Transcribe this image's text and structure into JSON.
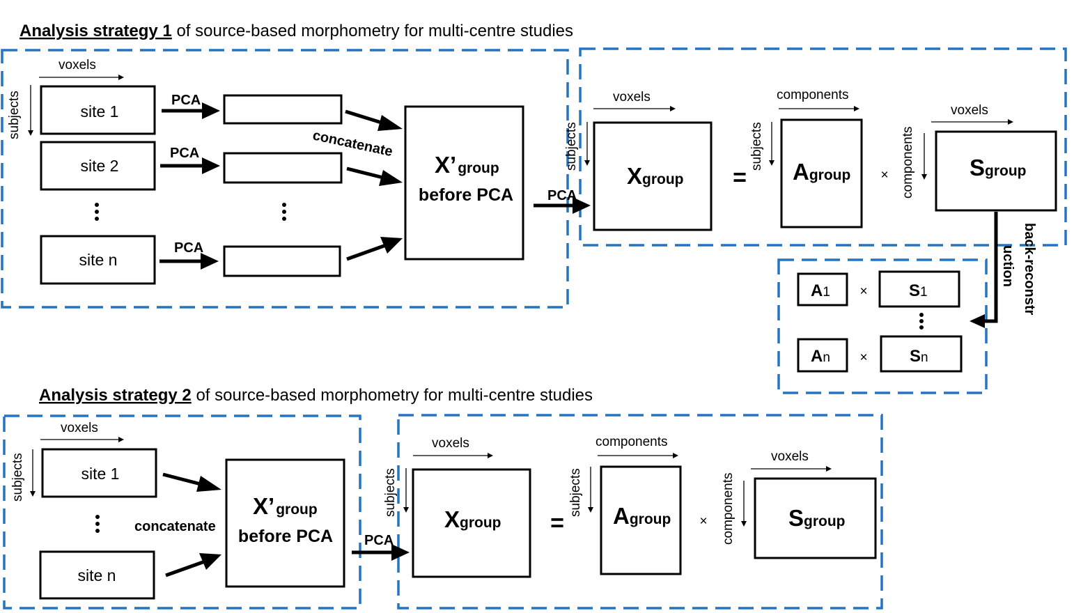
{
  "strategy1": {
    "title_bold": "Analysis strategy 1",
    "title_rest": " of source-based morphometry for multi-centre studies",
    "voxels": "voxels",
    "subjects": "subjects",
    "site1": "site 1",
    "site2": "site 2",
    "siten": "site n",
    "pca": "PCA",
    "concatenate": "concatenate",
    "xprime_main": "X’",
    "xprime_sub": "group",
    "before_pca": "before PCA",
    "x_main": "X",
    "x_sub": "group",
    "a_main": "A",
    "a_sub": "group",
    "s_main": "S",
    "s_sub": "group",
    "components": "components",
    "equals": "=",
    "times": "×",
    "back_reconstr_1": "back-reconstr",
    "back_reconstr_2": "uction",
    "a1_main": "A",
    "a1_sub": "1",
    "s1_main": "S",
    "s1_sub": "1",
    "an_main": "A",
    "an_sub": "n",
    "sn_main": "S",
    "sn_sub": "n"
  },
  "strategy2": {
    "title_bold": "Analysis strategy 2",
    "title_rest": " of source-based morphometry for multi-centre studies",
    "voxels": "voxels",
    "subjects": "subjects",
    "site1": "site 1",
    "siten": "site n",
    "concatenate": "concatenate",
    "xprime_main": "X’",
    "xprime_sub": "group",
    "before_pca": "before PCA",
    "pca": "PCA",
    "x_main": "X",
    "x_sub": "group",
    "a_main": "A",
    "a_sub": "group",
    "s_main": "S",
    "s_sub": "group",
    "components": "components",
    "equals": "=",
    "times": "×"
  },
  "colors": {
    "dashed_border": "#2474c2",
    "boxes": "#000000"
  }
}
